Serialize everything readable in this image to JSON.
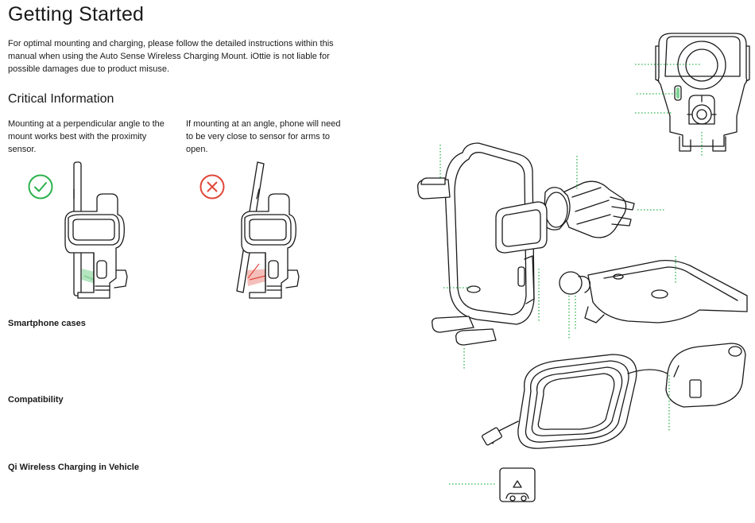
{
  "header": {
    "title": "Getting Started",
    "intro": "For optimal mounting and charging, please follow the detailed instructions within this manual when using the Auto Sense Wireless Charging Mount. iOttie is not liable for possible damages due to product misuse."
  },
  "critical": {
    "heading": "Critical Information",
    "correct_text": "Mounting at a perpendicular angle to the mount works best with the proximity sensor.",
    "incorrect_text": "If mounting at an angle, phone will need to be very close to sensor for arms to open."
  },
  "sections": {
    "cases": "Smartphone cases",
    "compatibility": "Compatibility",
    "qi": "Qi Wireless Charging in Vehicle"
  },
  "colors": {
    "correct": "#2bb24c",
    "incorrect": "#e0473a",
    "leader_lines": "#2bb24c",
    "line_art": "#1a1a1a"
  },
  "icons": {
    "correct": "check-circle-icon",
    "incorrect": "x-circle-icon"
  }
}
